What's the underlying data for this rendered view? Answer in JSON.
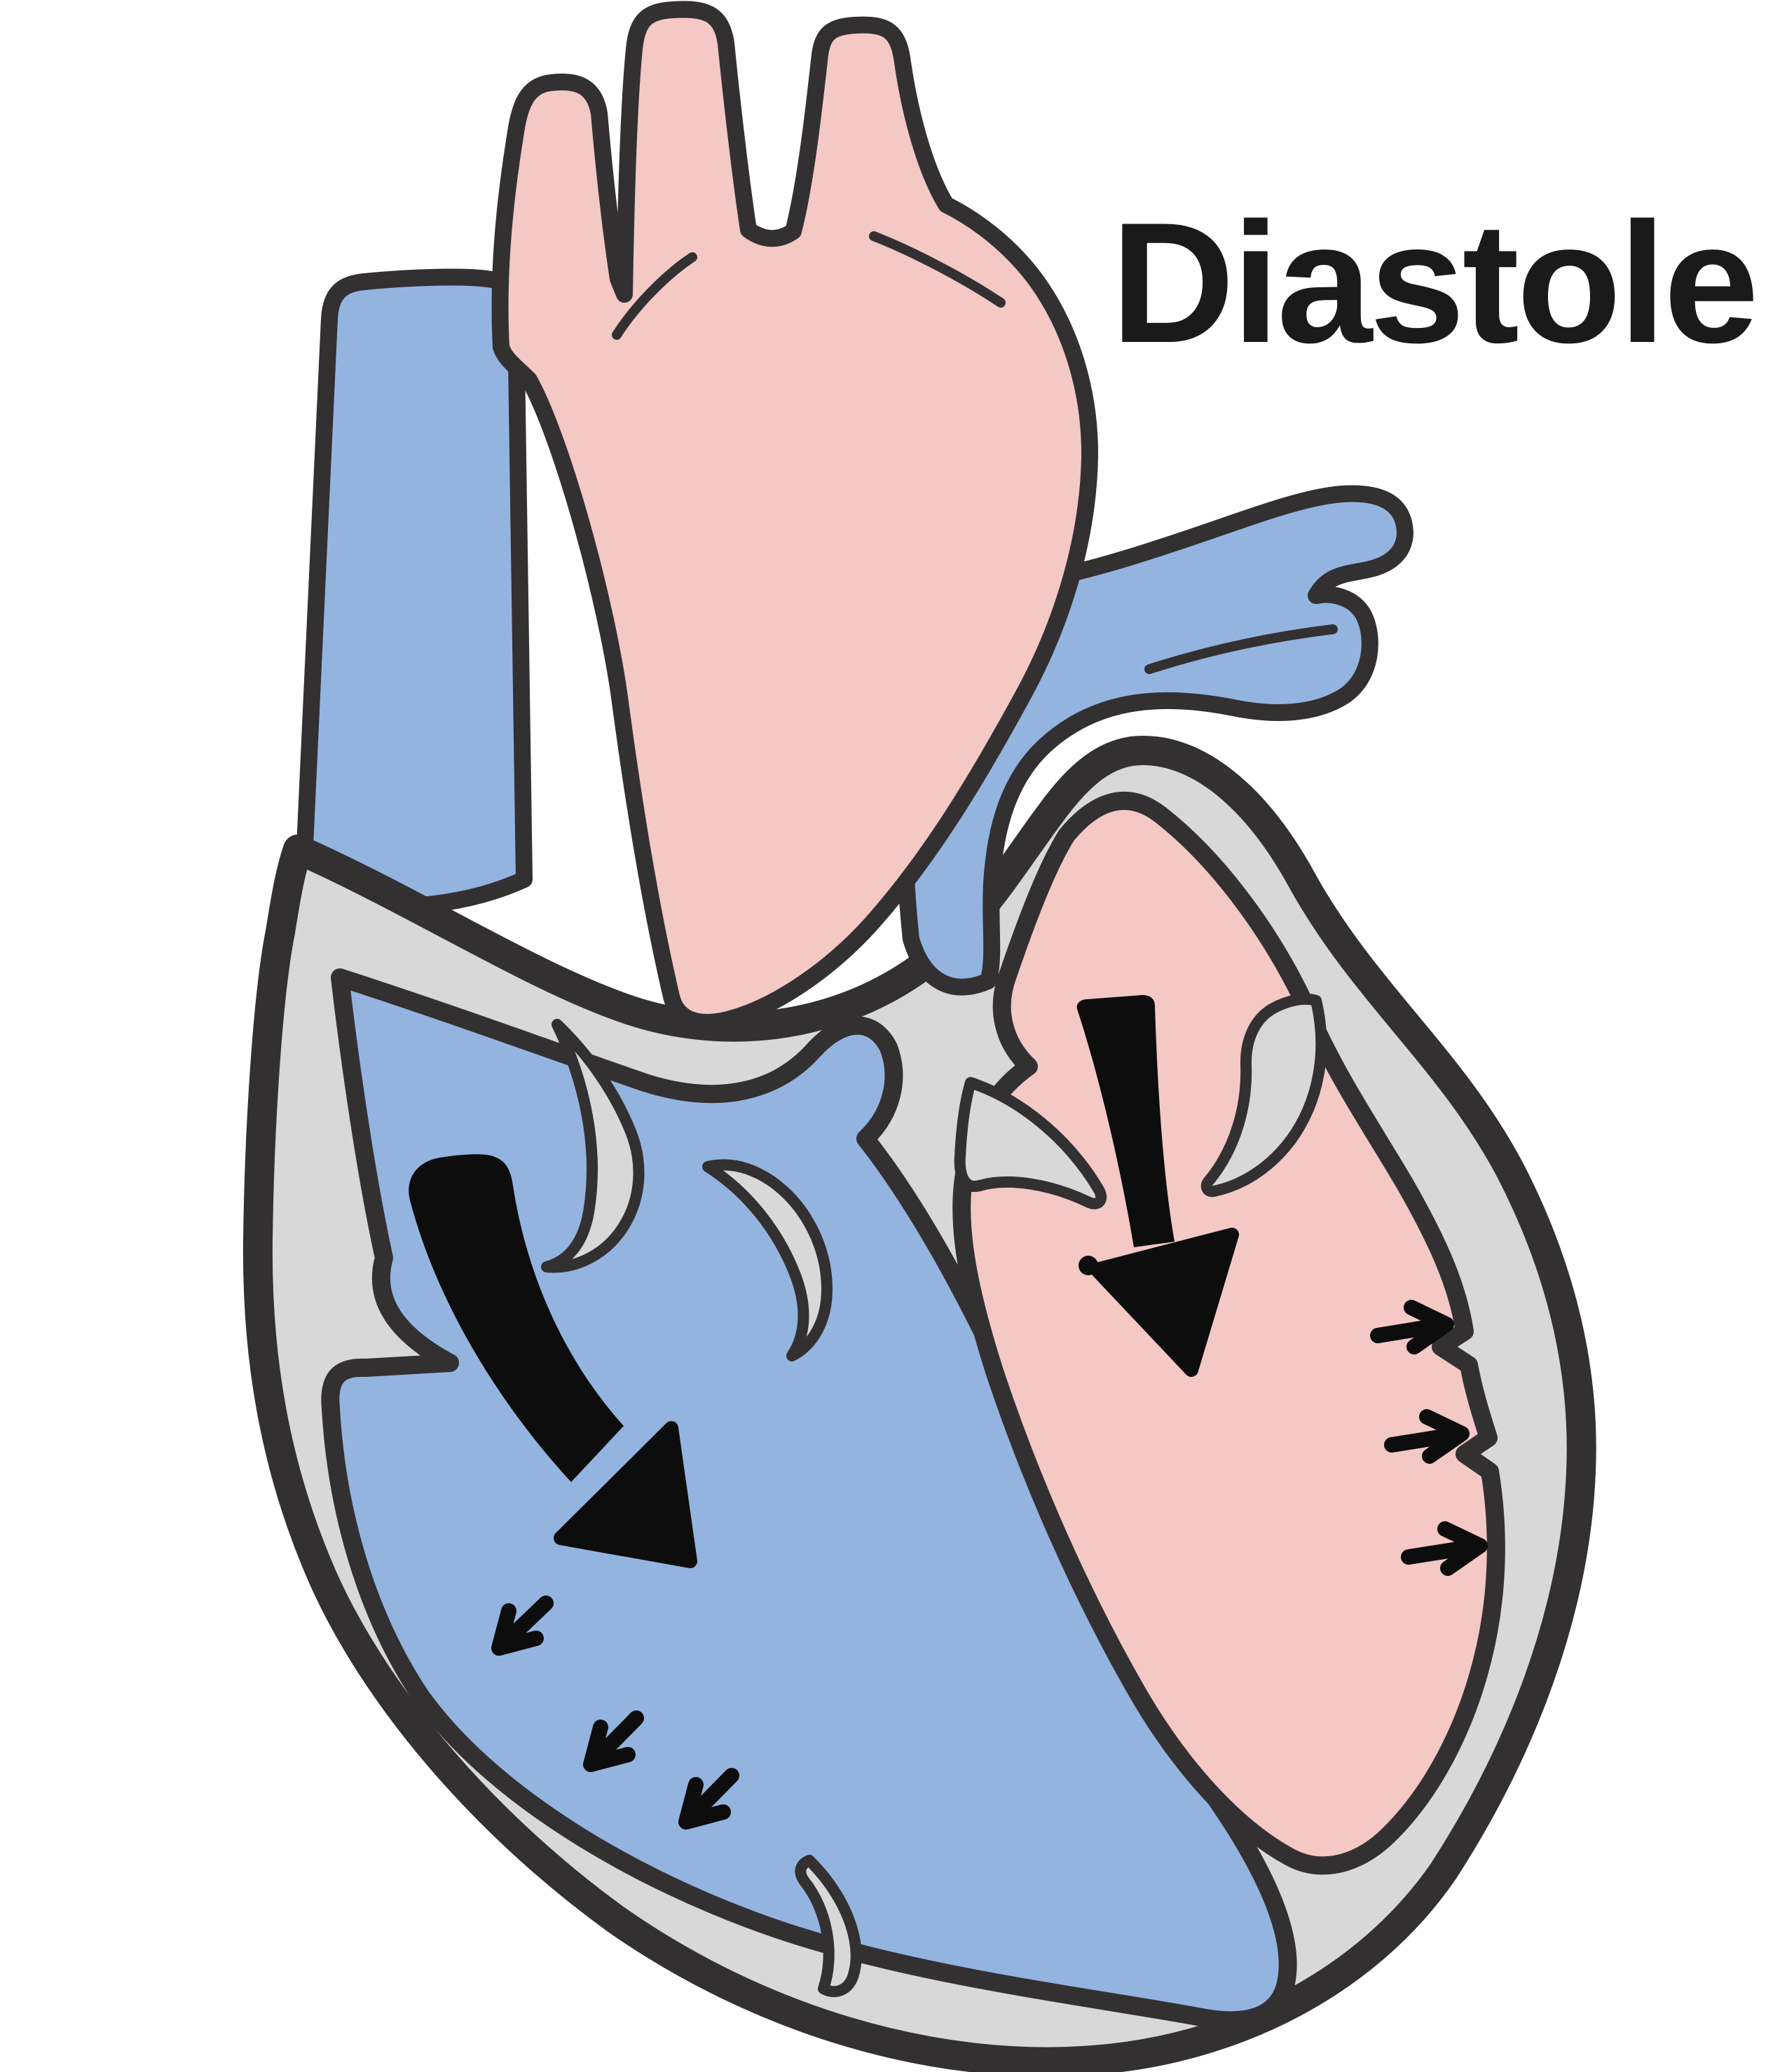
{
  "title": "Diastole",
  "figure": {
    "type": "anatomical-diagram",
    "subject": "human-heart-cross-section-during-diastole"
  },
  "colors": {
    "background": "#ffffff",
    "oxygenated": "#f3c8c5",
    "deoxygenated": "#94b4e0",
    "wall": "#d8d8d8",
    "outline": "#333032",
    "arrow": "#0d0d0d",
    "text": "#1a1a1a"
  },
  "structures": [
    {
      "name": "superior-vena-cava",
      "color": "deoxygenated"
    },
    {
      "name": "aorta-with-three-arch-branches",
      "color": "oxygenated"
    },
    {
      "name": "pulmonary-artery-with-two-branches",
      "color": "deoxygenated"
    },
    {
      "name": "heart-muscle-wall",
      "color": "wall"
    },
    {
      "name": "right-atrium-and-right-ventricle",
      "color": "deoxygenated"
    },
    {
      "name": "left-atrium-and-left-ventricle",
      "color": "oxygenated"
    },
    {
      "name": "open-tricuspid-valve-leaflets",
      "color": "wall"
    },
    {
      "name": "open-mitral-valve-leaflets",
      "color": "wall"
    }
  ],
  "arrows": {
    "large": [
      {
        "name": "right-heart-filling-arrow",
        "style": "curved-tapered",
        "direction": "down-right"
      },
      {
        "name": "left-heart-filling-arrow",
        "style": "straight-tapered",
        "direction": "down"
      }
    ],
    "small_left_wall_group": {
      "count": 3,
      "direction": "down-left"
    },
    "small_right_wall_group": {
      "count": 3,
      "direction": "right"
    }
  }
}
